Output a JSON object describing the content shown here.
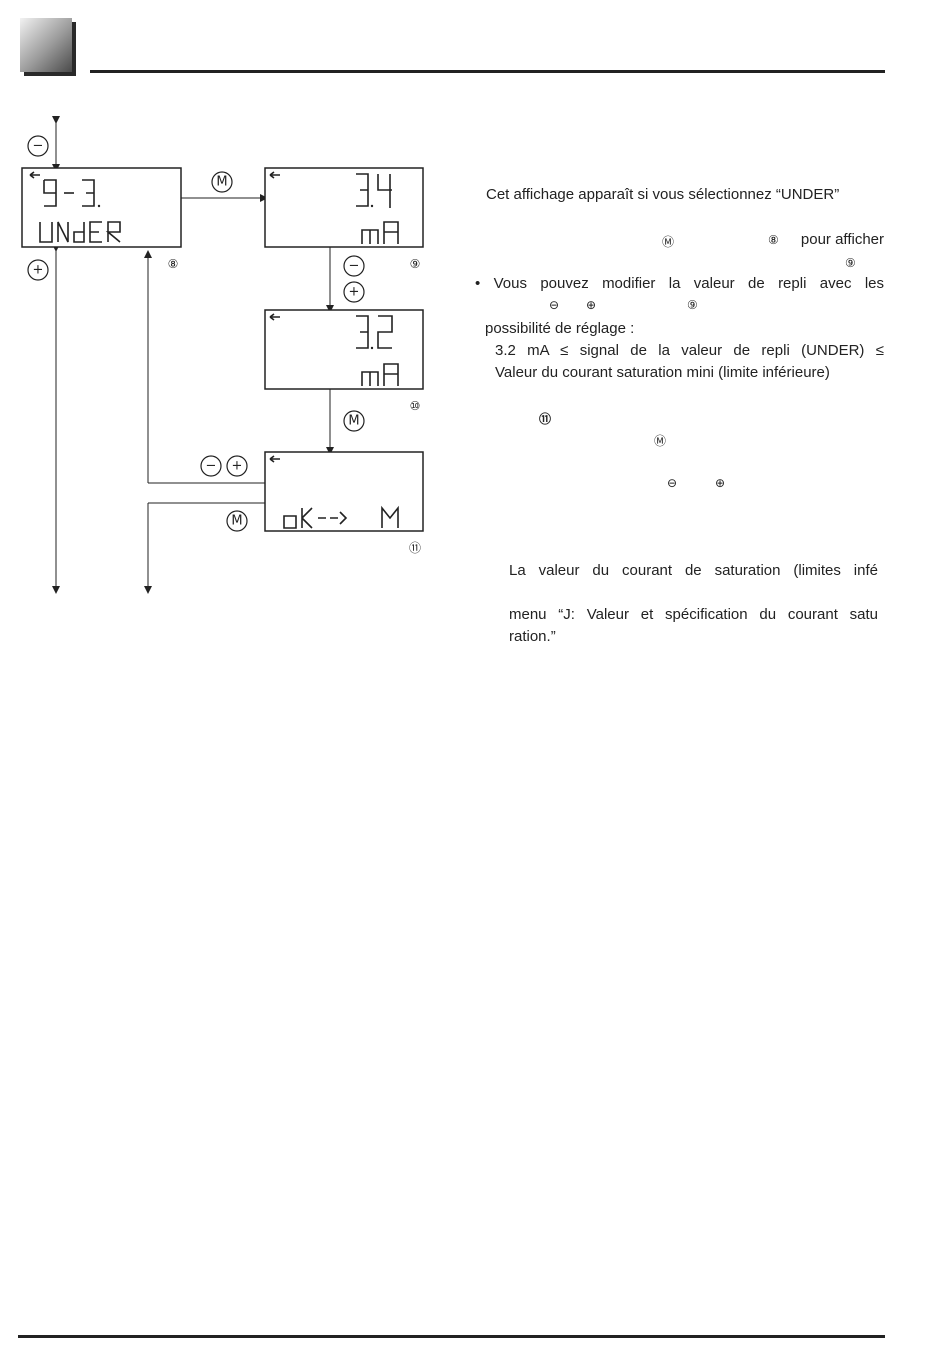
{
  "header": {},
  "diagram": {
    "button_minus_top": "−",
    "button_plus_left": "+",
    "button_m_1": "M",
    "button_minus_mid": "−",
    "button_plus_mid": "+",
    "button_m_2": "M",
    "button_minus_bottom": "−",
    "button_plus_bottom": "+",
    "button_m_3": "M",
    "steps": [
      "⑧",
      "⑨",
      "⑩",
      "⑪"
    ],
    "lcd": [
      {
        "line1": "9-3.",
        "line2": "UNdER"
      },
      {
        "line1": "3.4",
        "line2": "mA"
      },
      {
        "line1": "3.2",
        "line2": "mA"
      },
      {
        "line1": "",
        "line2": "ok--> M"
      }
    ]
  },
  "text": {
    "p1": "Cet affichage apparaît si vous sélectionnez “UNDER”",
    "p2_end": "pour afficher",
    "p3": "• Vous pouvez modifier la valeur de repli avec les",
    "p4": "possibilité de réglage :",
    "p5": "3.2 mA ≤ signal de la valeur de repli (UNDER) ≤",
    "p6": "Valeur du courant saturation mini (limite inférieure)",
    "p7": "La valeur du courant de saturation (limites infé",
    "p8": "menu “J: Valeur et spécification du courant satu",
    "p9": "ration.”"
  },
  "inline_symbols": {
    "m_button": "Ⓜ",
    "step8": "⑧",
    "step9": "⑨",
    "minus": "⊖",
    "plus": "⊕",
    "step11": "⑪"
  }
}
